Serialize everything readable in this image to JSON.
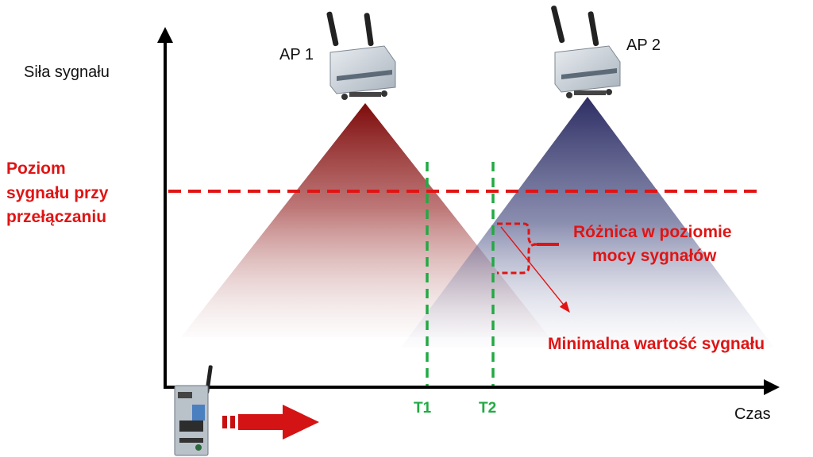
{
  "colors": {
    "ap1_signal": "#8b0a0a",
    "ap2_signal": "#1e1f5e",
    "threshold_line": "#e01414",
    "time_markers": "#22aa44",
    "annotation_text": "#e01414",
    "axes": "#000000"
  },
  "axes": {
    "y_label": "Siła sygnału",
    "x_label": "Czas"
  },
  "access_points": [
    {
      "label": "AP 1",
      "icon": "wireless-access-point-icon"
    },
    {
      "label": "AP 2",
      "icon": "wireless-access-point-icon"
    }
  ],
  "threshold": {
    "label_lines": [
      "Poziom",
      "sygnału przy",
      "przełączaniu"
    ]
  },
  "time_markers": [
    {
      "label": "T1"
    },
    {
      "label": "T2"
    }
  ],
  "annotations": {
    "difference_lines": [
      "Różnica w poziomie",
      "mocy sygnałów"
    ],
    "minimum_label": "Minimalna wartość sygnału"
  },
  "client": {
    "icon": "wireless-client-device-icon",
    "motion_icon": "movement-arrow-icon"
  }
}
